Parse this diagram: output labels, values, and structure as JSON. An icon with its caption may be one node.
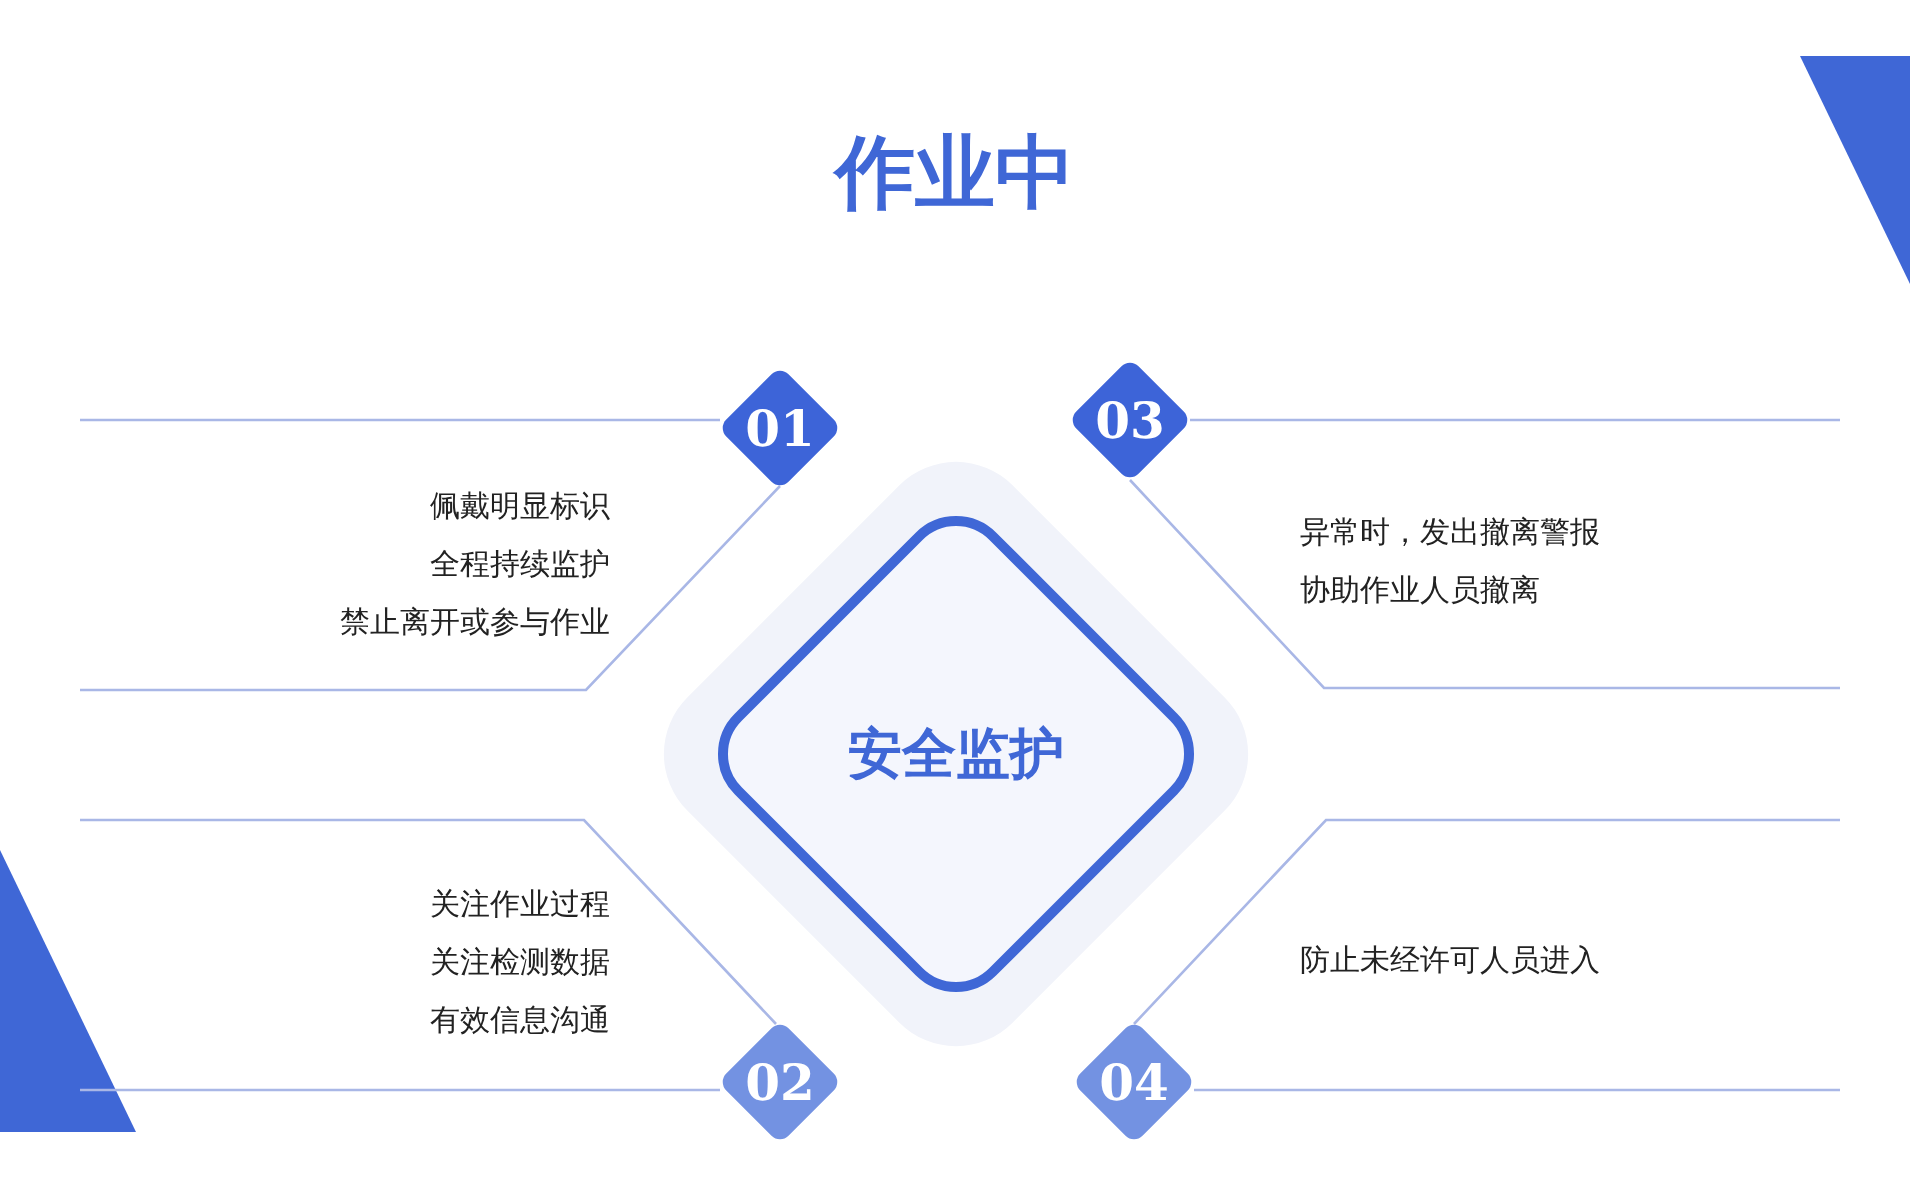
{
  "diagram": {
    "title": "作业中",
    "nodes": [
      {
        "text": [
          "安全监护"
        ]
      },
      {
        "text": [
          "01"
        ],
        "beside": [
          "佩戴明显标识",
          "全程持续监护",
          "禁止离开或参与作业"
        ]
      },
      {
        "text": [
          "02"
        ],
        "beside": [
          "关注作业过程",
          "关注检测数据",
          "有效信息沟通"
        ]
      },
      {
        "text": [
          "03"
        ],
        "beside": [
          "异常时，发出撤离警报",
          "协助作业人员撤离"
        ]
      },
      {
        "text": [
          "04"
        ],
        "beside": [
          "防止未经许可人员进入"
        ]
      }
    ]
  }
}
